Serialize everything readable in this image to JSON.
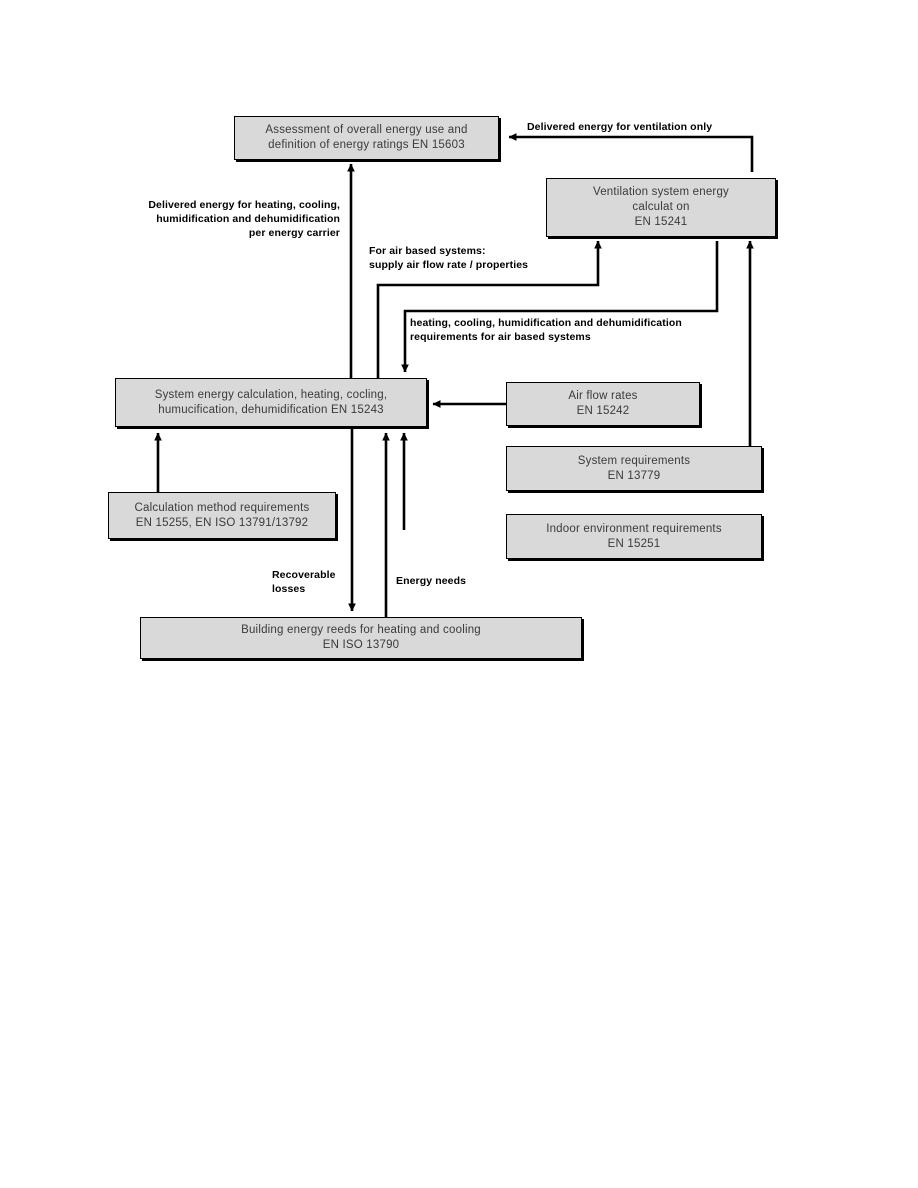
{
  "diagram": {
    "title_present": false,
    "palette": {
      "node_fill": "#d9d9d9",
      "node_border": "#000000",
      "node_text": "#3a3a3a",
      "label_text": "#000000",
      "canvas": "#ffffff"
    },
    "nodes": [
      {
        "id": "assessment",
        "name": "assessment-box",
        "lines": [
          "Assessment of overall energy use and",
          "definition of energy ratings EN 15603"
        ]
      },
      {
        "id": "ventilation",
        "name": "ventilation-box",
        "lines": [
          "Ventilation system energy",
          "calculat on",
          "EN 15241"
        ]
      },
      {
        "id": "system_energy",
        "name": "system-energy-box",
        "lines": [
          "System energy calculation, heating, cocling,",
          "humucification, dehumidification EN 15243"
        ]
      },
      {
        "id": "air_flow",
        "name": "air-flow-rates-box",
        "lines": [
          "Air flow rates",
          "EN 15242"
        ]
      },
      {
        "id": "system_req",
        "name": "system-requirements-box",
        "lines": [
          "System requirements",
          "EN 13779"
        ]
      },
      {
        "id": "indoor_env",
        "name": "indoor-environment-box",
        "lines": [
          "Indoor environment requirements",
          "EN 15251"
        ]
      },
      {
        "id": "calc_method",
        "name": "calculation-method-box",
        "lines": [
          "Calculation method requirements",
          "EN 15255, EN ISO 13791/13792"
        ]
      },
      {
        "id": "building_needs",
        "name": "building-energy-needs-box",
        "lines": [
          "Building energy reeds for heating and cooling",
          "EN ISO 13790"
        ]
      }
    ],
    "edge_labels": [
      {
        "id": "delivered_ventilation",
        "name": "edge-label-delivered-energy-ventilation",
        "lines": [
          "Delivered energy for ventilation only"
        ]
      },
      {
        "id": "delivered_heating",
        "name": "edge-label-delivered-energy-heating",
        "lines": [
          "Delivered energy for heating, cooling,",
          "humidification and dehumidification",
          "per energy carrier"
        ]
      },
      {
        "id": "air_based_supply",
        "name": "edge-label-air-based-supply",
        "lines": [
          "For air based systems:",
          "supply air flow rate / properties"
        ]
      },
      {
        "id": "air_based_requirements",
        "name": "edge-label-air-based-requirements",
        "lines": [
          "heating, cooling, humidification and dehumidification",
          "requirements for air based systems"
        ]
      },
      {
        "id": "recoverable_losses",
        "name": "edge-label-recoverable-losses",
        "lines": [
          "Recoverable",
          "losses"
        ]
      },
      {
        "id": "energy_needs",
        "name": "edge-label-energy-needs",
        "lines": [
          "Energy needs"
        ]
      }
    ]
  }
}
